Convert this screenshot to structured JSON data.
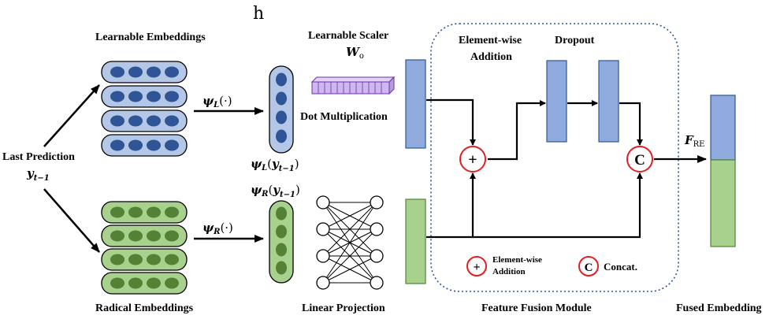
{
  "stray_text": "h",
  "labels": {
    "learnable_embeddings": "Learnable Embeddings",
    "radical_embeddings": "Radical Embeddings",
    "last_prediction": "Last Prediction",
    "learnable_scaler": "Learnable Scaler",
    "dot_multiplication": "Dot Multiplication",
    "linear_projection": "Linear Projection",
    "element_wise_addition_line1": "Element-wise",
    "element_wise_addition_line2": "Addition",
    "dropout": "Dropout",
    "feature_fusion_module": "Feature Fusion Module",
    "fused_embedding": "Fused Embedding"
  },
  "math": {
    "y_prev": "y",
    "y_prev_sub": "t−1",
    "w_o": "W",
    "w_o_sub": "o",
    "psi": "ψ",
    "sub_L": "L",
    "sub_R": "R",
    "dot_arg": "(·)",
    "paren_open": "(",
    "paren_close": ")",
    "f_re": "F",
    "f_re_sub": "RE"
  },
  "operators": {
    "plus_symbol": "+",
    "concat_symbol": "C"
  },
  "legend": {
    "addition_line1": "Element-wise",
    "addition_line2": "Addition",
    "concat_label": "Concat."
  },
  "colors": {
    "learnable_fill": "#b4c7e7",
    "learnable_dot": "#2f5597",
    "radical_fill": "#a9d18e",
    "radical_dot": "#548235",
    "block_blue": "#8faadc",
    "block_green": "#a9d18e",
    "scaler_fill": "#cfb7f0",
    "scaler_stroke": "#7030a0",
    "operator_red": "#e02020",
    "module_border": "#2f5597"
  }
}
